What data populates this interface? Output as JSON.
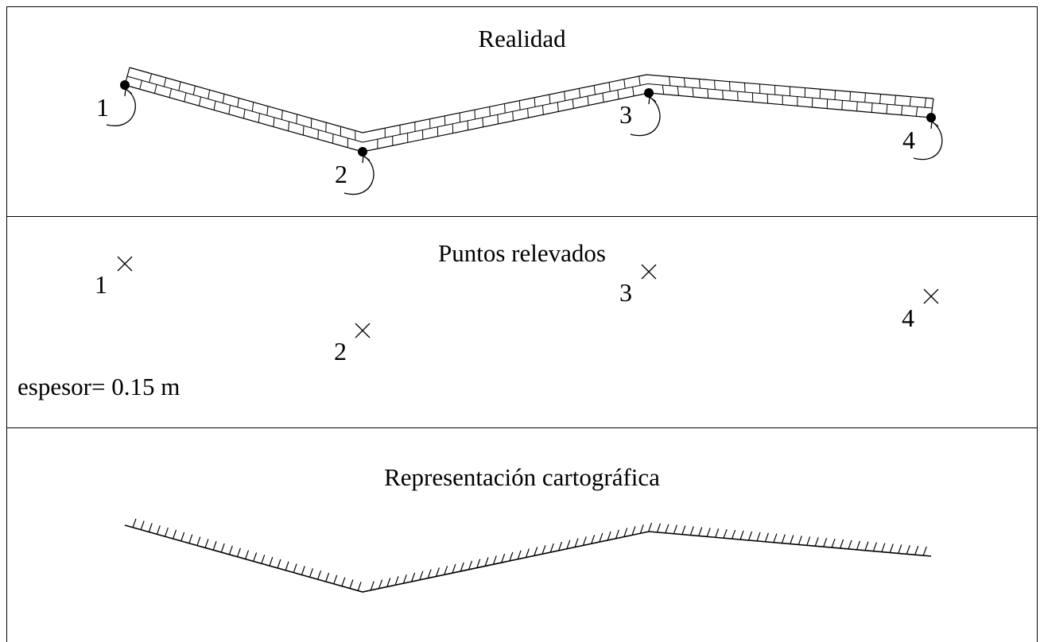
{
  "panels": {
    "reality": {
      "title": "Realidad"
    },
    "surveyed": {
      "title": "Puntos relevados",
      "thickness_label": "espesor= 0.15 m"
    },
    "cartographic": {
      "title": "Representación cartográfica"
    }
  },
  "point_labels": [
    "1",
    "2",
    "3",
    "4"
  ],
  "colors": {
    "line": "#000000",
    "background": "#ffffff"
  }
}
